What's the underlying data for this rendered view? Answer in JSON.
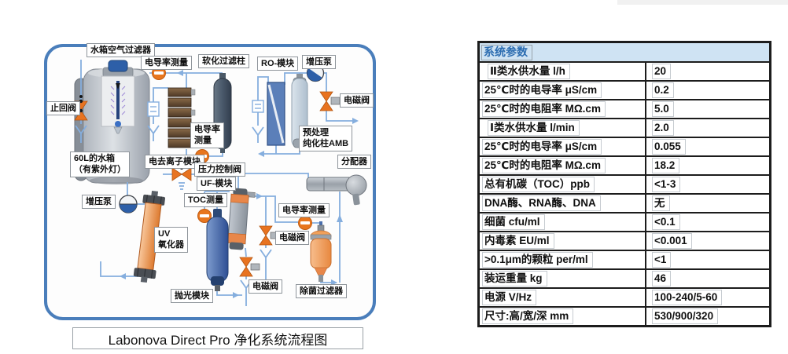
{
  "colors": {
    "diagram_border": "#4a7ebb",
    "pipe": "#85aede",
    "instrument_orange": "#e8761e",
    "table_header_bg": "#cfe3f3",
    "table_header_text": "#2b6cb0"
  },
  "diagram": {
    "caption": "Labonova Direct Pro 净化系统流程图",
    "labels": {
      "tank_air_filter": "水箱空气过滤器",
      "conductivity_top": "电导率测量",
      "softening_column": "软化过滤柱",
      "ro_module": "RO-模块",
      "booster_pump_top": "增压泵",
      "solenoid_valve_top": "电磁阀",
      "pretreat_line1": "预处理",
      "pretreat_line2": "纯化柱AMB",
      "check_valve": "止回阀",
      "tank_line1": "60L的水箱",
      "tank_line2": "（有紫外灯）",
      "edi_module": "电去离子模块",
      "conductivity_mid_line1": "电导率",
      "conductivity_mid_line2": "测量",
      "pressure_control_valve": "压力控制阀",
      "uf_module": "UF-模块",
      "toc_meter": "TOC测量",
      "booster_pump_left": "增压泵",
      "uv_line1": "UV",
      "uv_line2": "氧化器",
      "distributor": "分配器",
      "conductivity_bottom": "电导率测量",
      "solenoid_valve_mid": "电磁阀",
      "solenoid_valve_bottom": "电磁阀",
      "polishing_module": "抛光模块",
      "sterile_filter": "除菌过滤器"
    }
  },
  "table": {
    "header": "系统参数",
    "rows": [
      {
        "label": "Ⅱ类水供水量  l/h",
        "value": "20"
      },
      {
        "label": "25℃时的电导率 μS/cm",
        "value": "0.2"
      },
      {
        "label": "25℃时的电阻率 MΩ.cm",
        "value": "5.0"
      },
      {
        "label": "Ⅰ类水供水量  l/min",
        "value": "2.0"
      },
      {
        "label": "25℃时的电导率 μS/cm",
        "value": "0.055"
      },
      {
        "label": "25℃时的电阻率 MΩ.cm",
        "value": "18.2"
      },
      {
        "label": "总有机碳（TOC）ppb",
        "value": "<1-3"
      },
      {
        "label": "DNA酶、RNA酶、DNA",
        "value": "无"
      },
      {
        "label": "细菌  cfu/ml",
        "value": "<0.1"
      },
      {
        "label": "内毒素  EU/ml",
        "value": "<0.001"
      },
      {
        "label": ">0.1μm的颗粒 per/ml",
        "value": "<1"
      },
      {
        "label": "装运重量 kg",
        "value": "46"
      },
      {
        "label": "电源  V/Hz",
        "value": "100-240/5-60"
      },
      {
        "label": "尺寸:高/宽/深  mm",
        "value": "530/900/320"
      }
    ]
  }
}
